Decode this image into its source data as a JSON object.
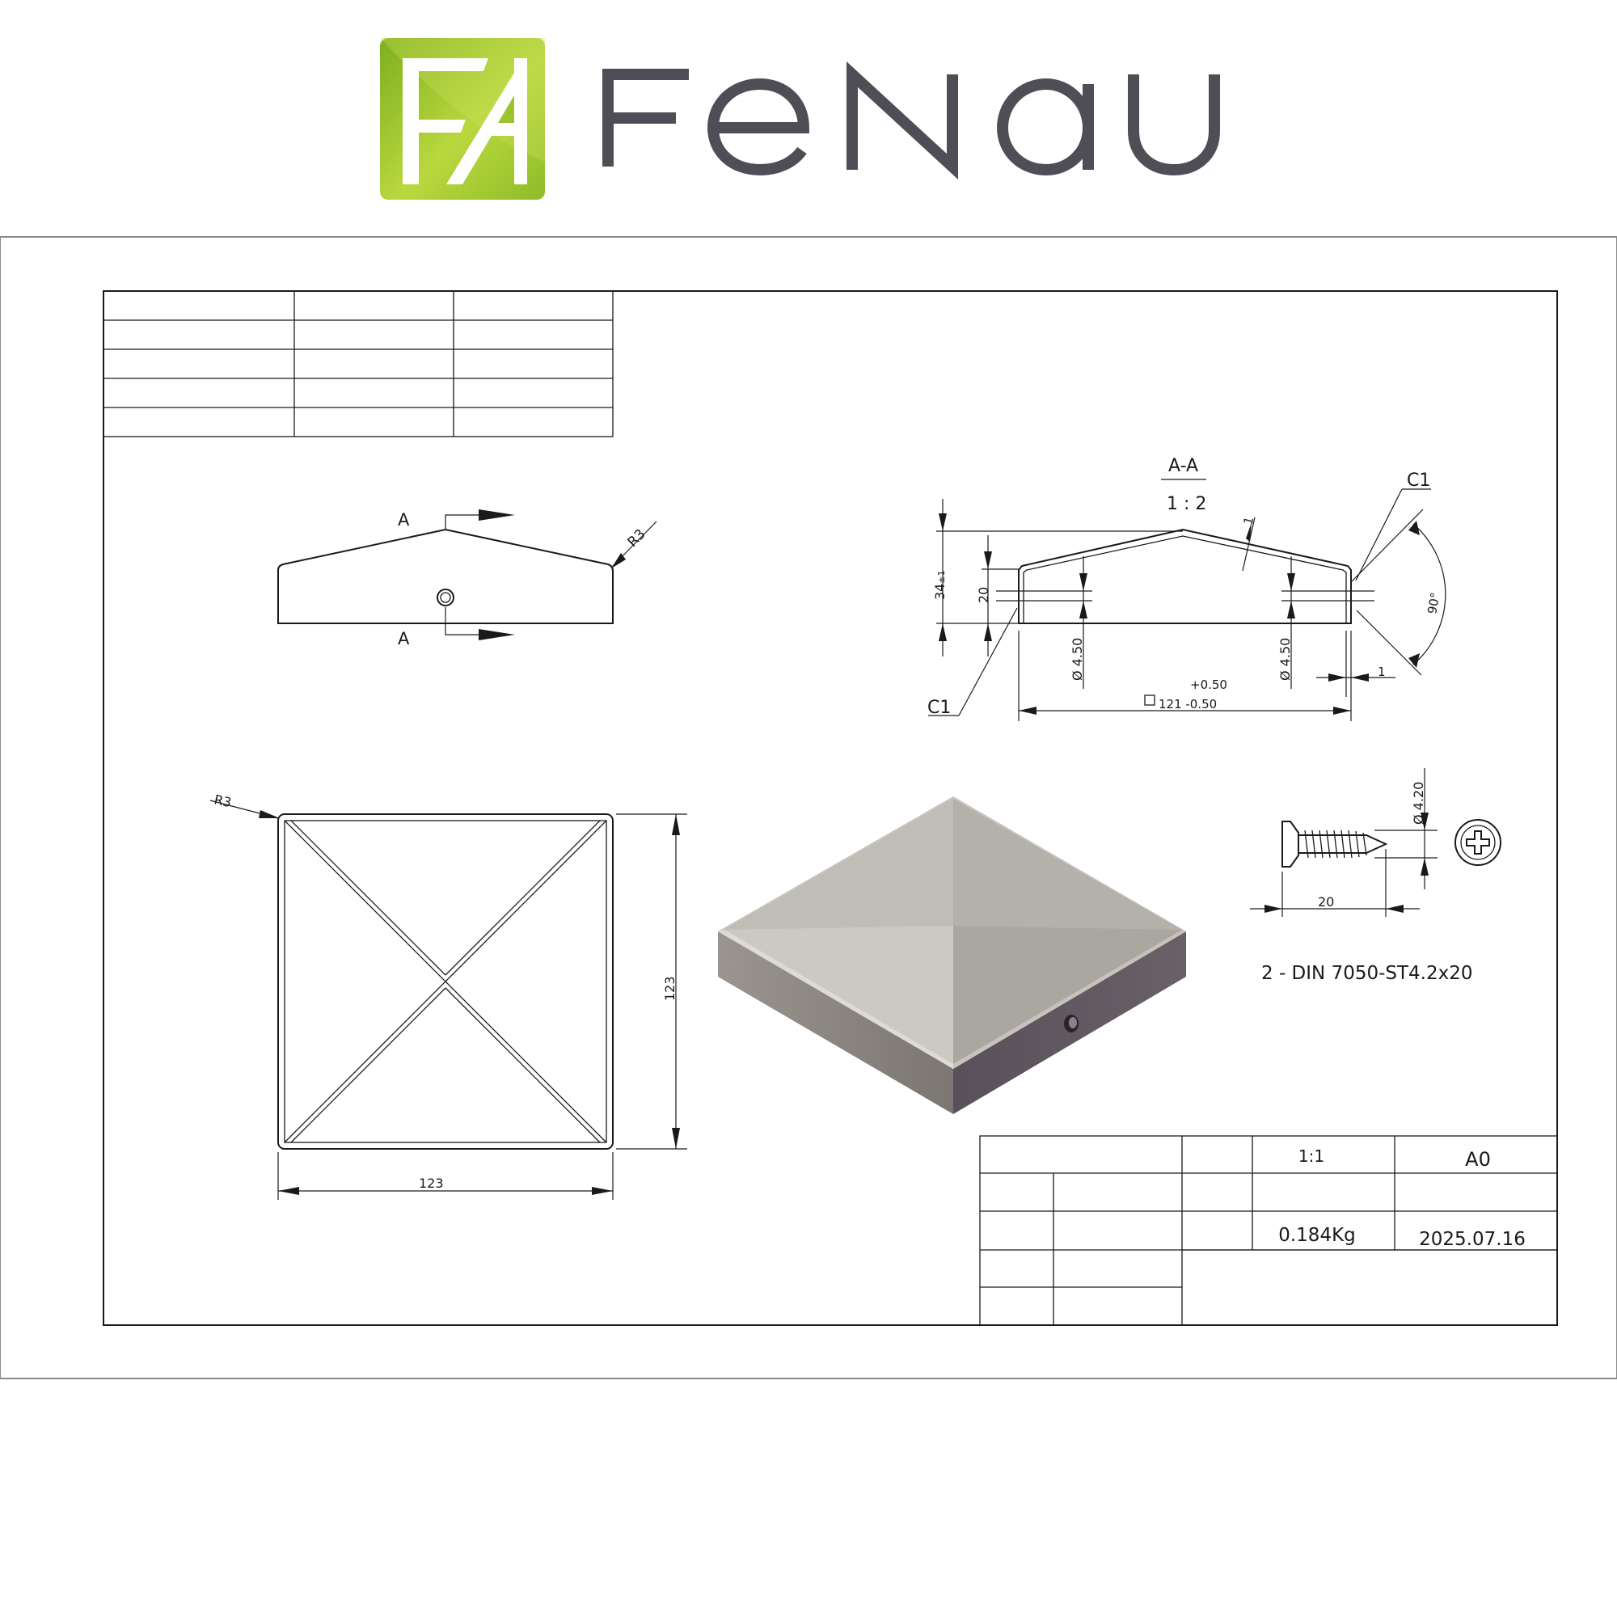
{
  "brand": {
    "name": "FENAU",
    "logo_letters": "FA",
    "colors": {
      "logo_green": "#9cc22e",
      "logo_green_light": "#c6df5a",
      "wordmark": "#4e4e56"
    }
  },
  "front_view": {
    "section_label_top": "A",
    "section_label_bottom": "A",
    "radius_label": "R3"
  },
  "section_view": {
    "title": "A-A",
    "scale": "1 : 2",
    "chamfer_top": "C1",
    "chamfer_bottom": "C1",
    "height_label": "34",
    "height_tol": "±1",
    "inner_height_label": "20",
    "thickness_label": "1",
    "angle_label": "90°",
    "hole_left": "4.50",
    "hole_right": "4.50",
    "wall_label": "1",
    "width_tol_plus": "+0.50",
    "width_label": "121 -0.50"
  },
  "top_view": {
    "radius_label": "R3",
    "width_label": "123",
    "height_label": "123"
  },
  "screw": {
    "diameter_label": "4.20",
    "length_label": "20",
    "caption": "2 - DIN 7050-ST4.2x20"
  },
  "title_block": {
    "scale": "1:1",
    "sheet_size": "A0",
    "weight": "0.184Kg",
    "date": "2025.07.16"
  }
}
